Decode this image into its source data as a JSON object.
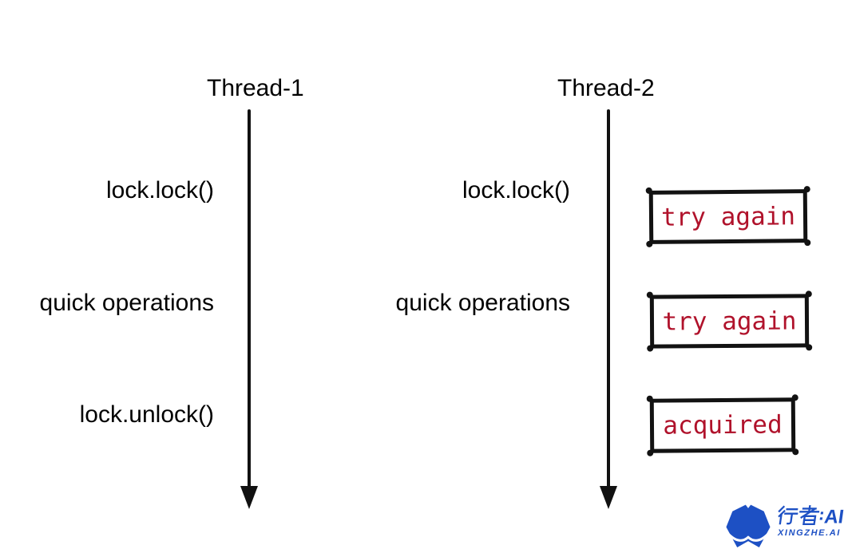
{
  "diagram": {
    "threads": [
      {
        "name": "Thread-1",
        "events": [
          "lock.lock()",
          "quick operations",
          "lock.unlock()"
        ]
      },
      {
        "name": "Thread-2",
        "events": [
          "lock.lock()",
          "quick operations"
        ]
      }
    ],
    "status_boxes": [
      {
        "label": "try again"
      },
      {
        "label": "try again"
      },
      {
        "label": "acquired"
      }
    ],
    "colors": {
      "timeline": "#111111",
      "box_border": "#121212",
      "box_text": "#b0122b",
      "label_text": "#000000",
      "background": "#ffffff"
    }
  },
  "watermark": {
    "brand": "行者AI",
    "brand_ai": "AI",
    "brand_latin": "XINGZHE.AI",
    "color": "#1d50c4"
  }
}
